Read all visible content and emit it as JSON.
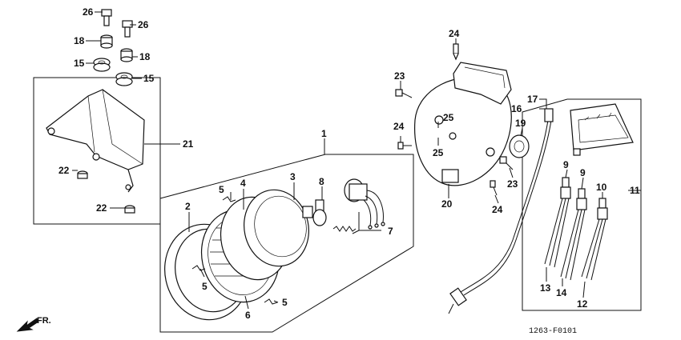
{
  "diagram_code": "1263-F0101",
  "direction_label": "FR.",
  "callouts": {
    "c1": "1",
    "c2": "2",
    "c3": "3",
    "c4": "4",
    "c5a": "5",
    "c5b": "5",
    "c5c": "5",
    "c6": "6",
    "c7": "7",
    "c8": "8",
    "c9a": "9",
    "c9b": "9",
    "c10": "10",
    "c11": "11",
    "c12": "12",
    "c13": "13",
    "c14": "14",
    "c15a": "15",
    "c15b": "15",
    "c16": "16",
    "c17": "17",
    "c18a": "18",
    "c18b": "18",
    "c19": "19",
    "c20": "20",
    "c21": "21",
    "c22a": "22",
    "c22b": "22",
    "c23a": "23",
    "c23b": "23",
    "c24a": "24",
    "c24b": "24",
    "c24c": "24",
    "c25a": "25",
    "c25b": "25",
    "c26a": "26",
    "c26b": "26"
  }
}
